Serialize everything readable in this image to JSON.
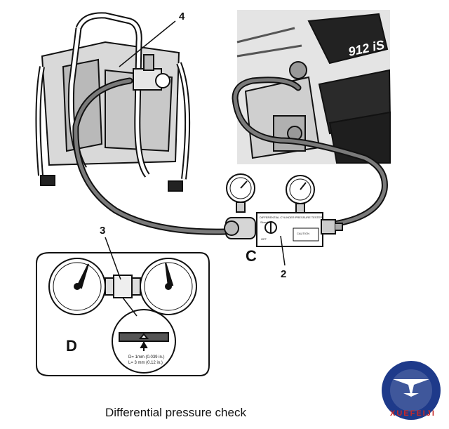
{
  "caption": "Differential pressure check",
  "callouts": {
    "c2": "2",
    "c3": "3",
    "c4": "4",
    "lblC": "C",
    "lblD": "D"
  },
  "engine_label": "912 iS",
  "tester_label": "DIFFERENTIAL CYLINDER PRESSURE TESTER",
  "tester_caution": "CAUTION",
  "tester_switch": "Slow fill",
  "tester_off": "OFF",
  "orifice_note_1": "D= 1mm (0.039 in.)",
  "orifice_note_2": "L= 3 mm (0.12 in.)",
  "logo_text": "XUEFEIJI"
}
